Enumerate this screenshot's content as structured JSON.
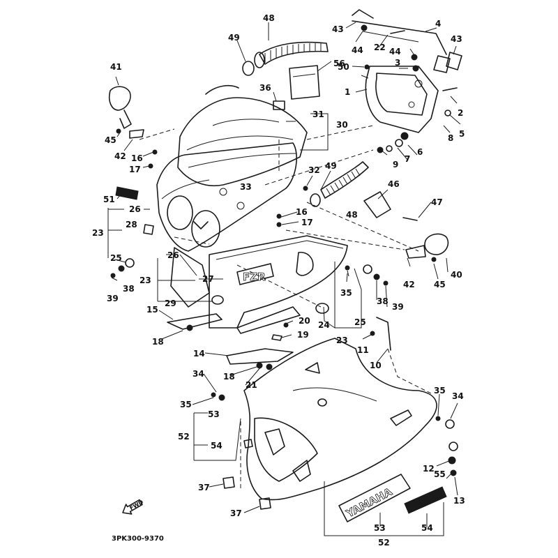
{
  "diagram": {
    "catalog_code": "3PK300-9370",
    "forward_label": "FWD",
    "decal_text": "YAMAHA",
    "emblem_text": "FZR",
    "callouts": {
      "p1": "1",
      "p2": "2",
      "p3": "3",
      "p4": "4",
      "p5": "5",
      "p6": "6",
      "p7": "7",
      "p8": "8",
      "p9": "9",
      "p10": "10",
      "p11": "11",
      "p12": "12",
      "p13": "13",
      "p14": "14",
      "p15": "15",
      "p16a": "16",
      "p16b": "16",
      "p17a": "17",
      "p17b": "17",
      "p18a": "18",
      "p18b": "18",
      "p19": "19",
      "p20": "20",
      "p21": "21",
      "p22": "22",
      "p23a": "23",
      "p23b": "23",
      "p23c": "23",
      "p24": "24",
      "p25a": "25",
      "p25b": "25",
      "p26a": "26",
      "p26b": "26",
      "p27": "27",
      "p28": "28",
      "p29": "29",
      "p30": "30",
      "p31": "31",
      "p32": "32",
      "p33": "33",
      "p34a": "34",
      "p34b": "34",
      "p35a": "35",
      "p35b": "35",
      "p35c": "35",
      "p36": "36",
      "p37a": "37",
      "p37b": "37",
      "p38a": "38",
      "p38b": "38",
      "p39a": "39",
      "p39b": "39",
      "p40": "40",
      "p41": "41",
      "p42a": "42",
      "p42b": "42",
      "p43a": "43",
      "p43b": "43",
      "p44a": "44",
      "p44b": "44",
      "p45a": "45",
      "p45b": "45",
      "p46": "46",
      "p47": "47",
      "p48a": "48",
      "p48b": "48",
      "p49a": "49",
      "p49b": "49",
      "p50": "50",
      "p51": "51",
      "p52a": "52",
      "p52b": "52",
      "p53a": "53",
      "p53b": "53",
      "p54a": "54",
      "p54b": "54",
      "p55": "55",
      "p56": "56"
    }
  }
}
